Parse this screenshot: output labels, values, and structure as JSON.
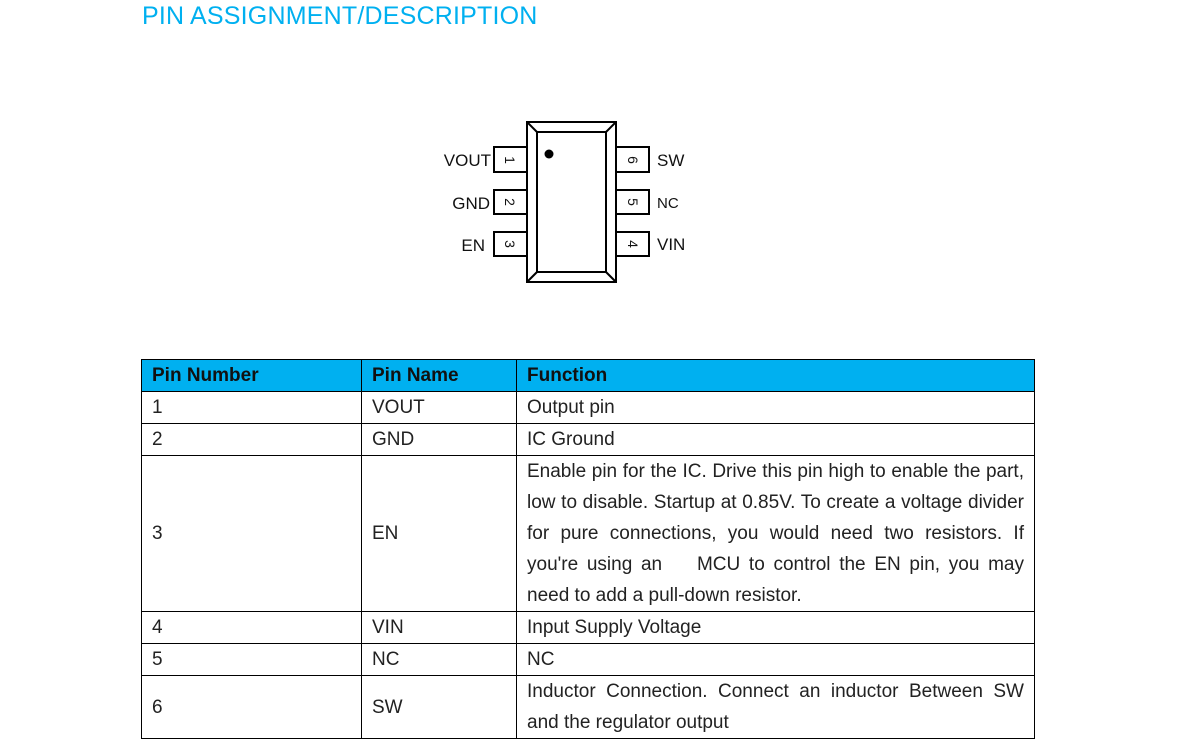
{
  "title": "PIN ASSIGNMENT/DESCRIPTION",
  "diagram": {
    "left_pins": [
      {
        "num": "1",
        "name": "VOUT"
      },
      {
        "num": "2",
        "name": "GND"
      },
      {
        "num": "3",
        "name": "EN"
      }
    ],
    "right_pins": [
      {
        "num": "6",
        "name": "SW"
      },
      {
        "num": "5",
        "name": "NC"
      },
      {
        "num": "4",
        "name": "VIN"
      }
    ]
  },
  "table": {
    "headers": [
      "Pin Number",
      "Pin Name",
      "Function"
    ],
    "rows": [
      {
        "number": "1",
        "name": "VOUT",
        "function": "Output pin"
      },
      {
        "number": "2",
        "name": "GND",
        "function": "IC Ground"
      },
      {
        "number": "3",
        "name": "EN",
        "function": "Enable pin for the IC. Drive this pin high to enable the part, low to disable. Startup at 0.85V. To create a voltage divider for pure connections, you would need two resistors. If you're using an    MCU to control the EN pin, you may need to add a pull-down resistor."
      },
      {
        "number": "4",
        "name": "VIN",
        "function": "Input Supply Voltage"
      },
      {
        "number": "5",
        "name": "NC",
        "function": "NC"
      },
      {
        "number": "6",
        "name": "SW",
        "function": "Inductor Connection. Connect an inductor Between SW and the regulator output"
      }
    ]
  }
}
